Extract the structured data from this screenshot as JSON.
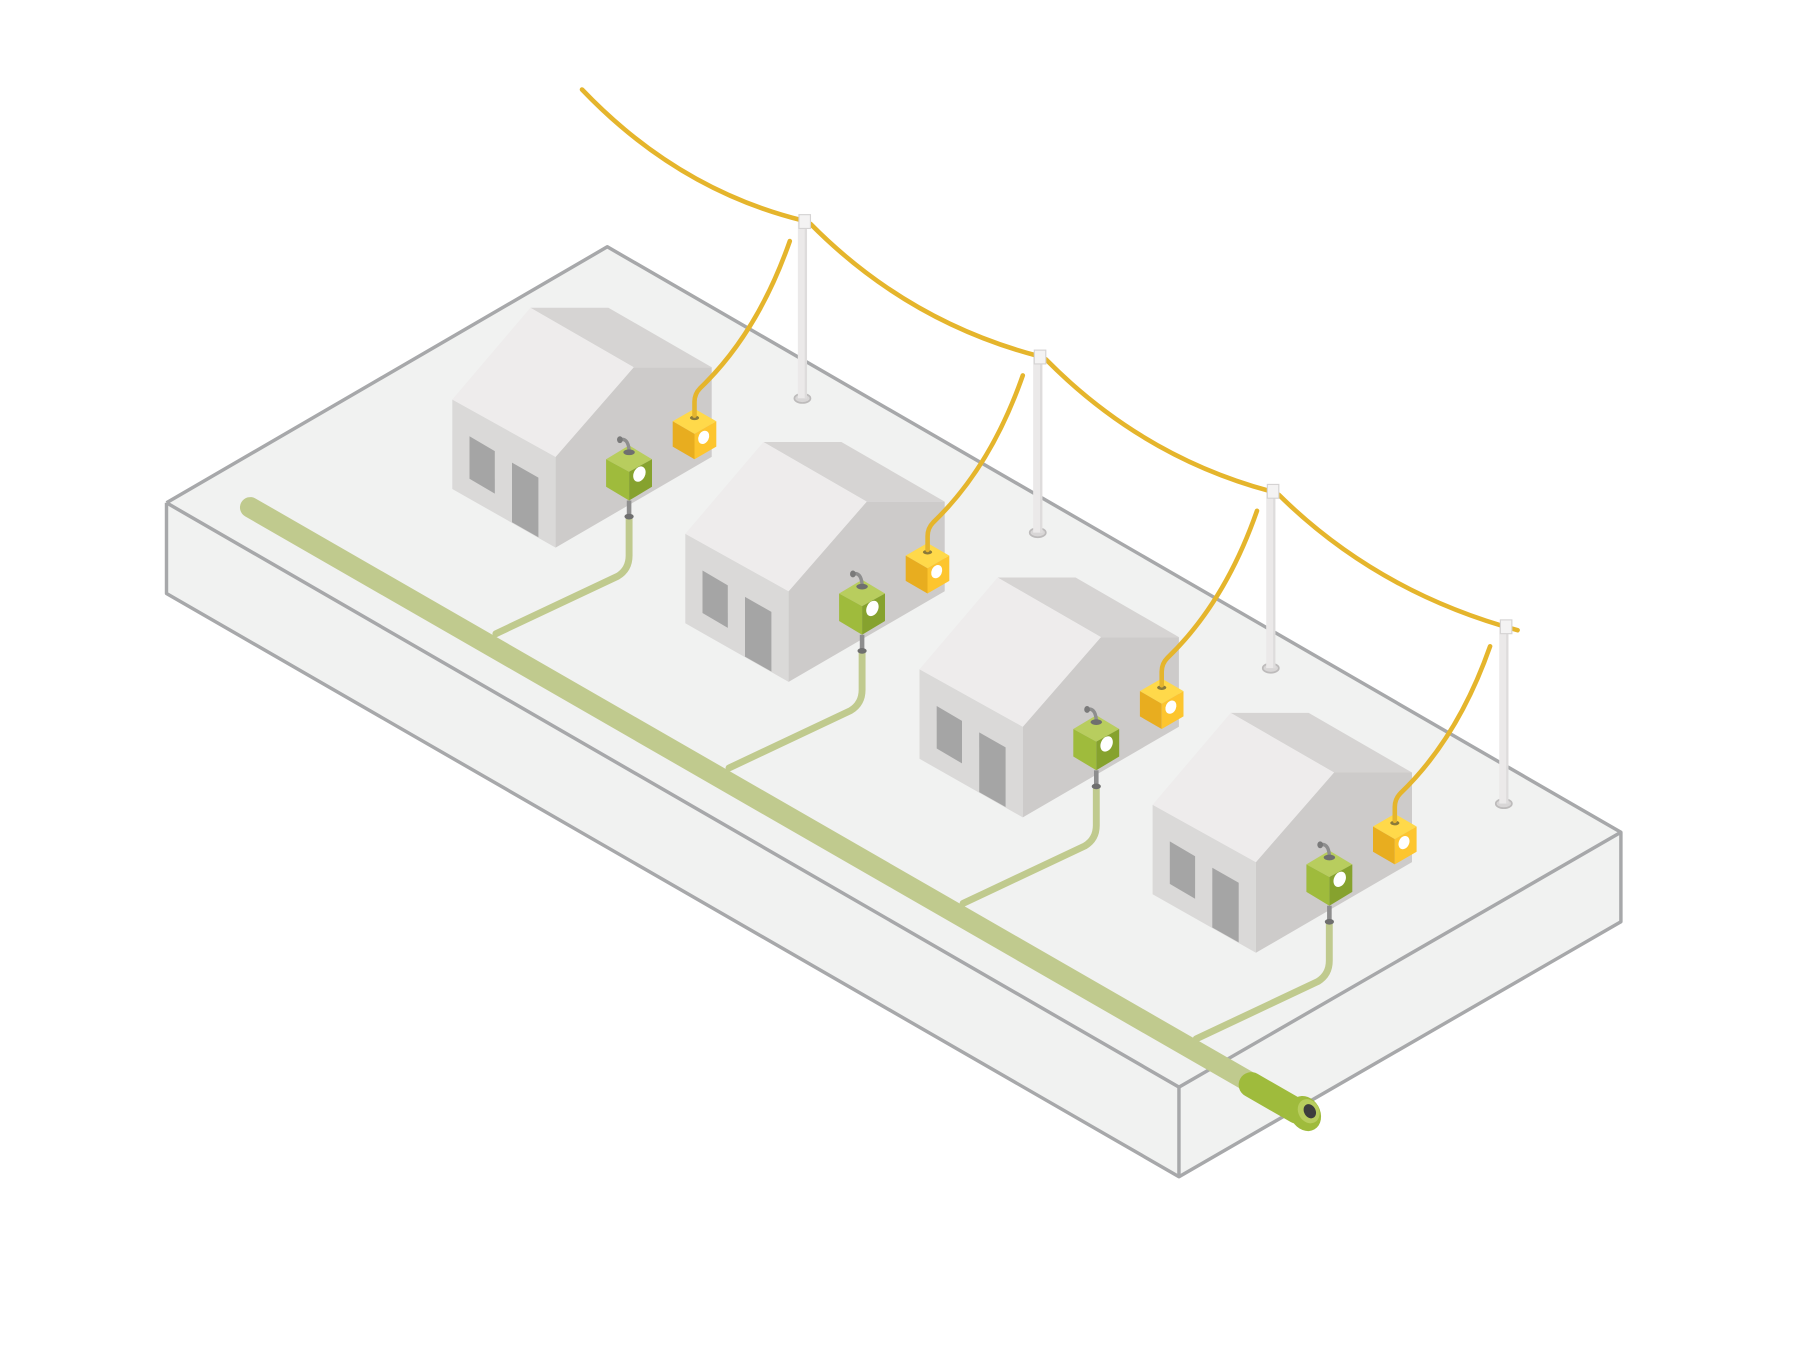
{
  "diagram": {
    "colors": {
      "background": "#ffffff",
      "ground_top": "#f1f2f1",
      "ground_side": "#f1f2f1",
      "ground_edge": "#a7a8aa",
      "house_roof_light": "#eeecec",
      "house_roof_dark": "#d6d4d3",
      "house_front": "#dad9d8",
      "house_side": "#cdcbca",
      "window": "#a5a5a5",
      "gas_pipe": "#c0ca8e",
      "gas_meter_top": "#b8cd5e",
      "gas_meter_front": "#9fbb3c",
      "gas_meter_side": "#86a22e",
      "power_line": "#e5b52c",
      "electric_meter_top": "#ffd94a",
      "electric_meter_front": "#fdc52e",
      "electric_meter_side": "#e8ad1f",
      "pole": "#ebe9e9"
    },
    "houses": [
      {
        "name": "house-1",
        "gas_meter": "gas-meter-icon",
        "electric_meter": "electric-meter-icon"
      },
      {
        "name": "house-2",
        "gas_meter": "gas-meter-icon",
        "electric_meter": "electric-meter-icon"
      },
      {
        "name": "house-3",
        "gas_meter": "gas-meter-icon",
        "electric_meter": "electric-meter-icon"
      },
      {
        "name": "house-4",
        "gas_meter": "gas-meter-icon",
        "electric_meter": "electric-meter-icon"
      }
    ],
    "utility_poles": [
      "pole-1",
      "pole-2",
      "pole-3",
      "pole-4"
    ],
    "gas_main": "gas-main-pipe",
    "power_line": "overhead-power-line"
  }
}
